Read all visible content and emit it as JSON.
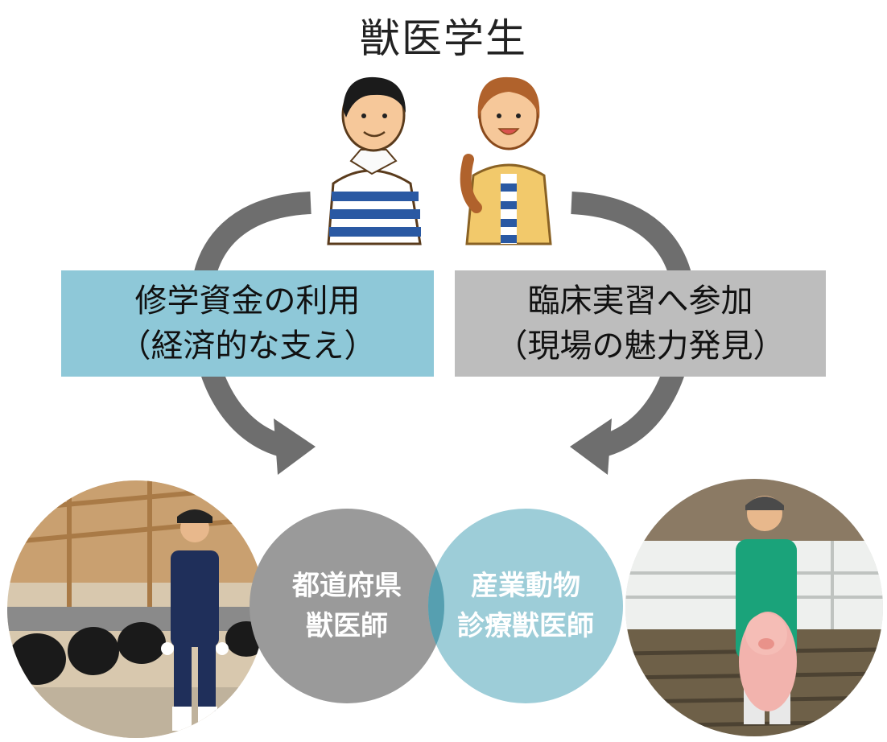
{
  "title": "獣医学生",
  "left_box": {
    "line1": "修学資金の利用",
    "line2": "（経済的な支え）"
  },
  "right_box": {
    "line1": "臨床実習へ参加",
    "line2": "（現場の魅力発見）"
  },
  "venn_left": {
    "line1": "都道府県",
    "line2": "獣医師"
  },
  "venn_right": {
    "line1": "産業動物",
    "line2": "診療獣医師"
  },
  "colors": {
    "left_box": "#8ec8d8",
    "right_box": "#bdbdbd",
    "venn_left": "#9a9a9a",
    "venn_right": "#9dcdd8",
    "arrow": "#6e6e6e"
  }
}
